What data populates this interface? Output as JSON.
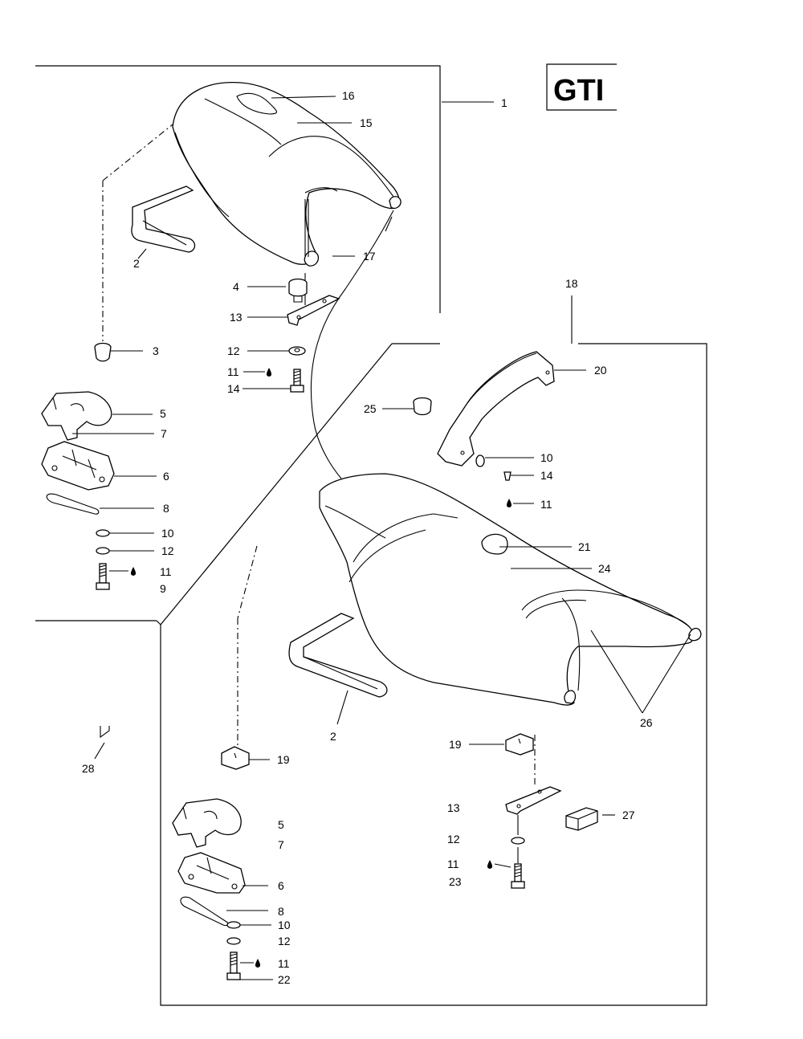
{
  "model_badge": "GTI",
  "labels": {
    "p1": "1",
    "p15": "15",
    "p16": "16",
    "p17": "17",
    "p2a": "2",
    "p3": "3",
    "p4": "4",
    "p13a": "13",
    "p12a": "12",
    "p11a": "11",
    "p14a": "14",
    "p5a": "5",
    "p7a": "7",
    "p6a": "6",
    "p8a": "8",
    "p10a": "10",
    "p12b": "12",
    "p11b": "11",
    "p9": "9",
    "p18": "18",
    "p20": "20",
    "p25": "25",
    "p10b": "10",
    "p14b": "14",
    "p11c": "11",
    "p21": "21",
    "p24": "24",
    "p26": "26",
    "p2b": "2",
    "p28": "28",
    "p19a": "19",
    "p5b": "5",
    "p7b": "7",
    "p6b": "6",
    "p8b": "8",
    "p10c": "10",
    "p12c": "12",
    "p11d": "11",
    "p22": "22",
    "p19b": "19",
    "p13b": "13",
    "p27": "27",
    "p12d": "12",
    "p11e": "11",
    "p23": "23"
  },
  "icons": {
    "oil_drop": "oil-drop-icon"
  }
}
